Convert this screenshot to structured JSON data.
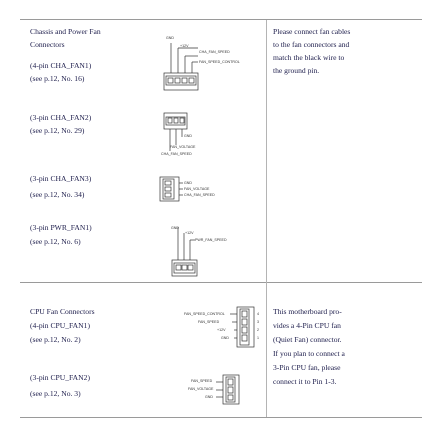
{
  "left": {
    "title_line1": "Chassis and Power Fan",
    "title_line2": "Connectors",
    "cha1": {
      "name": "(4-pin CHA_FAN1)",
      "ref": "(see p.12, No. 16)"
    },
    "cha2": {
      "name": "(3-pin CHA_FAN2)",
      "ref": "(see p.12, No. 29)"
    },
    "cha3": {
      "name": "(3-pin CHA_FAN3)",
      "ref": "(see p.12, No. 34)"
    },
    "pwr1": {
      "name": "(3-pin PWR_FAN1)",
      "ref": "(see p.12, No. 6)"
    },
    "cpu_title": "CPU Fan Connectors",
    "cpu1": {
      "name": "(4-pin CPU_FAN1)",
      "ref": "(see p.12, No. 2)"
    },
    "cpu2": {
      "name": "(3-pin CPU_FAN2)",
      "ref": "(see p.12, No. 3)"
    }
  },
  "diagrams": {
    "cha1": {
      "gnd": "GND",
      "v12": "+12V",
      "speed": "CHA_FAN_SPEED",
      "control": "FAN_SPEED_CONTROL"
    },
    "cha2": {
      "gnd": "GND",
      "voltage": "FAN_VOLTAGE",
      "speed": "CHA_FAN_SPEED"
    },
    "cha3": {
      "gnd": "GND",
      "voltage": "FAN_VOLTAGE",
      "speed": "CHA_FAN_SPEED"
    },
    "pwr1": {
      "gnd": "GND",
      "v12": "+12V",
      "speed": "PWR_FAN_SPEED"
    },
    "cpu1": {
      "control": "FAN_SPEED_CONTROL",
      "speed": "FAN_SPEED",
      "v12": "+12V",
      "gnd": "GND",
      "p4": "4",
      "p3": "3",
      "p2": "2",
      "p1": "1"
    },
    "cpu2": {
      "speed": "FAN_SPEED",
      "voltage": "FAN_VOLTAGE",
      "gnd": "GND"
    }
  },
  "right": {
    "note1": [
      "Please connect fan cables",
      "to the fan connectors and",
      "match the black wire to",
      "the ground pin."
    ],
    "note2": [
      "This motherboard pro-",
      "vides a 4-Pin CPU fan",
      "(Quiet Fan) connector.",
      "If you plan to connect a",
      "3-Pin CPU fan, please",
      "connect it to Pin 1-3."
    ]
  }
}
